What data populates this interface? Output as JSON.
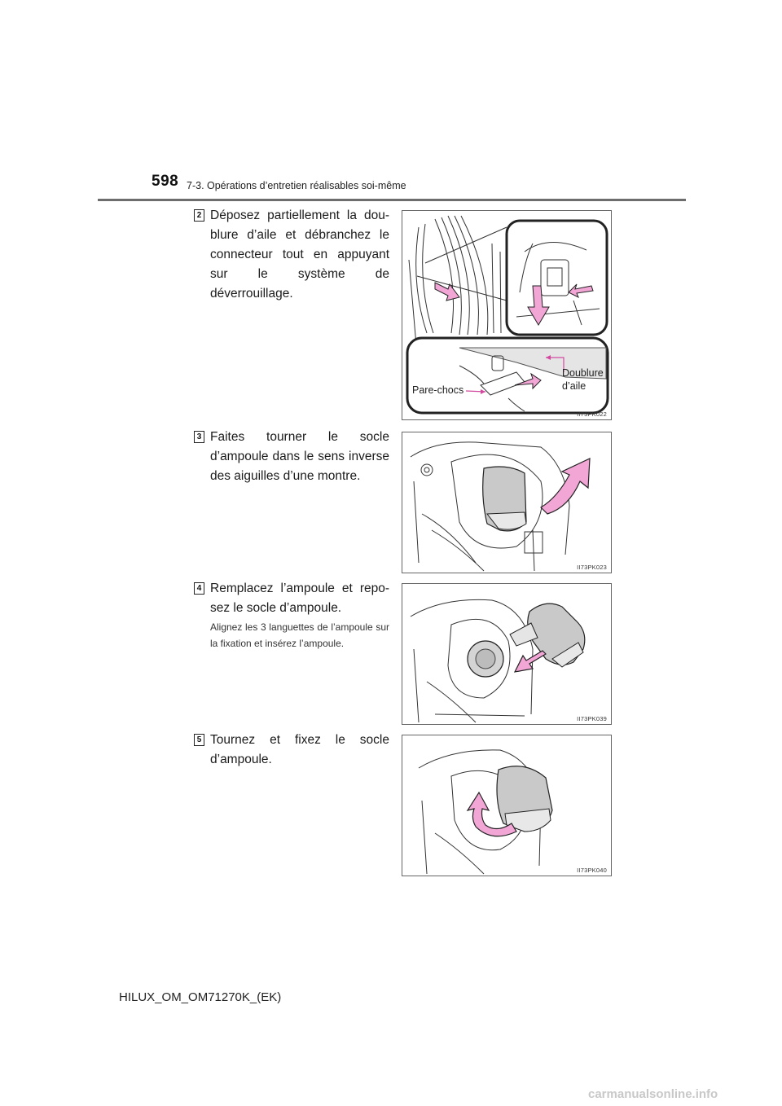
{
  "header": {
    "page_number": "598",
    "section": "7-3. Opérations d’entretien réalisables soi-même"
  },
  "steps": [
    {
      "num": "2",
      "text": "Déposez partiellement la dou-blure d’aile et débranchez le connecteur tout en appuyant sur le système de déverrouillage.",
      "note": "",
      "figure": {
        "code": "II73PK022",
        "label_left": "Pare-chocs",
        "label_right_1": "Doublure",
        "label_right_2": "d’aile"
      }
    },
    {
      "num": "3",
      "text": "Faites tourner le socle d’ampoule dans le sens inverse des aiguilles d’une montre.",
      "note": "",
      "figure": {
        "code": "II73PK023"
      }
    },
    {
      "num": "4",
      "text": "Remplacez l’ampoule et repo-sez le socle d’ampoule.",
      "note": "Alignez les 3 languettes de l’ampoule sur la fixation et insérez l’ampoule.",
      "figure": {
        "code": "II73PK039"
      }
    },
    {
      "num": "5",
      "text": "Tournez et fixez le socle d’ampoule.",
      "note": "",
      "figure": {
        "code": "II73PK040"
      }
    }
  ],
  "footer": {
    "doc_id": "HILUX_OM_OM71270K_(EK)"
  },
  "watermark": "carmanualsonline.info",
  "colors": {
    "arrow_fill": "#f2a6d6",
    "arrow_stroke": "#c1408f",
    "rule": "#6d6d6d"
  }
}
